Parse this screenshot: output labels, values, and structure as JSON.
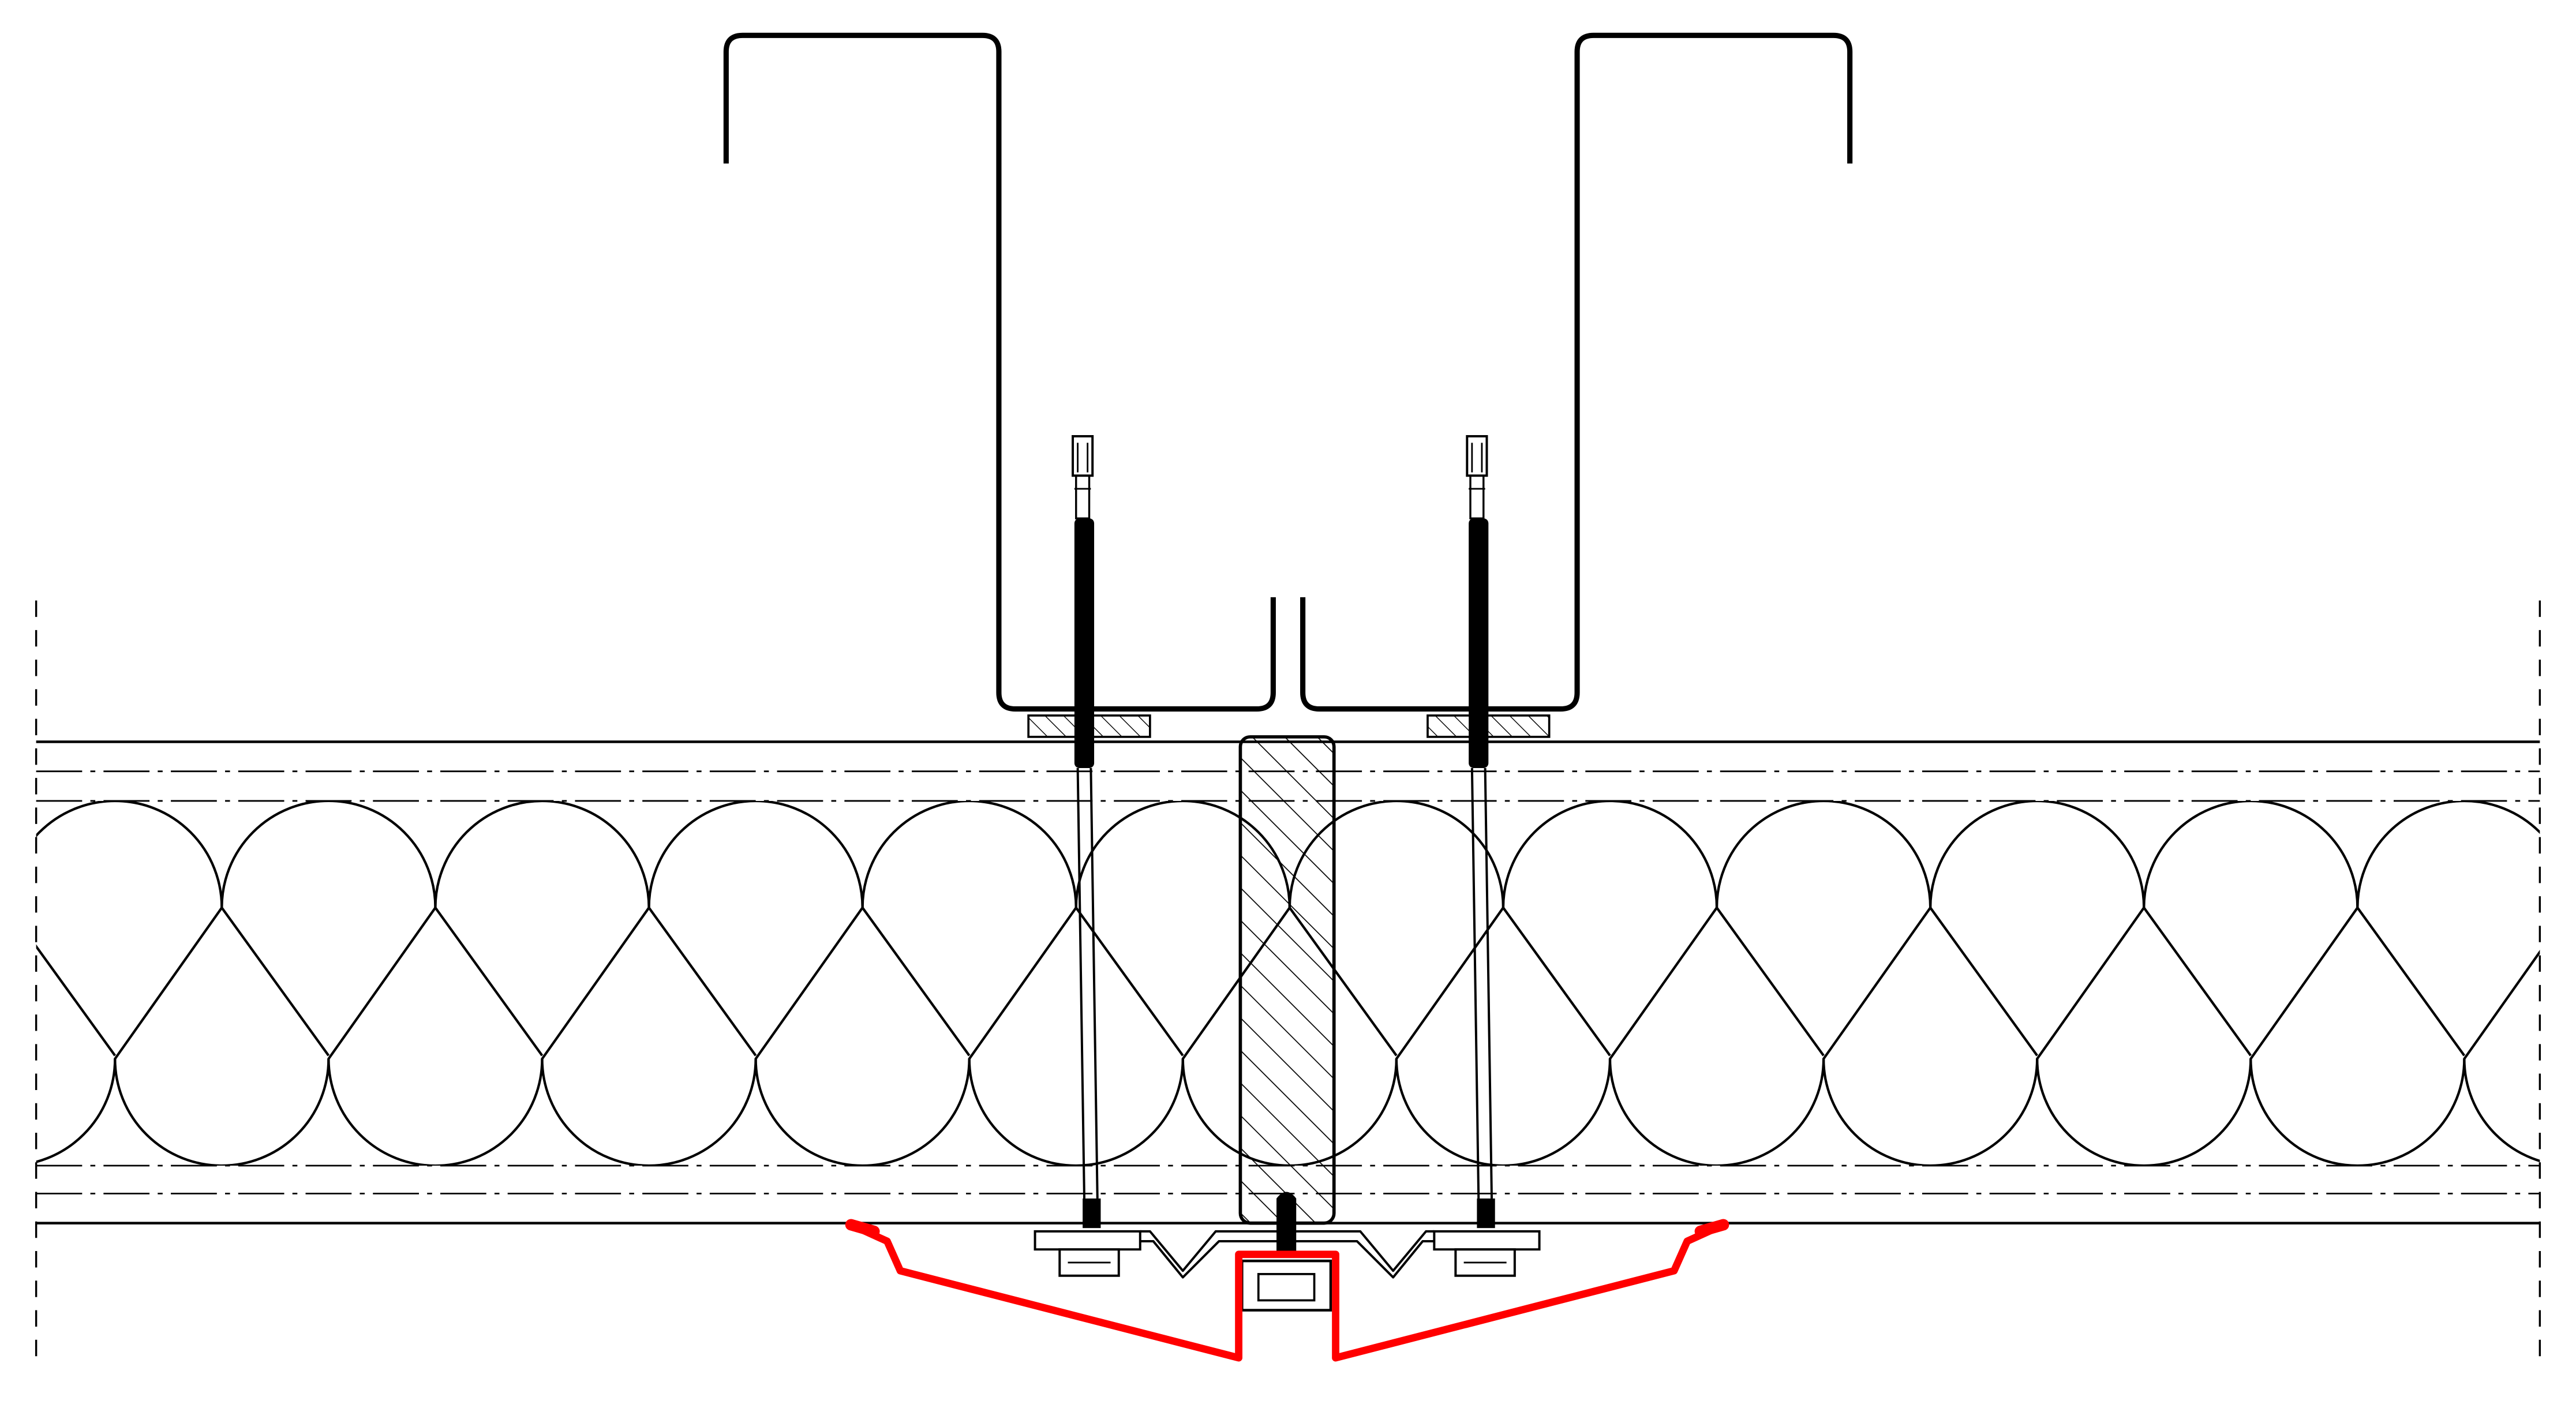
{
  "diagram": {
    "kind": "construction-section-detail",
    "colors": {
      "line": "#000000",
      "flashing": "#ff0000",
      "background": "#ffffff"
    },
    "repeat": {
      "insulation_loops_upper": 12,
      "insulation_loops_lower": 12
    }
  }
}
